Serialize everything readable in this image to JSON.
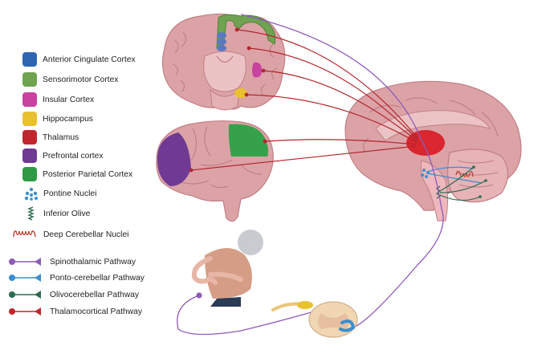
{
  "legend": {
    "regions": [
      {
        "label": "Anterior Cingulate Cortex",
        "color": "#2f66b0"
      },
      {
        "label": "Sensorimotor Cortex",
        "color": "#6fa352"
      },
      {
        "label": "Insular Cortex",
        "color": "#c942a0"
      },
      {
        "label": "Hippocampus",
        "color": "#e8c12d"
      },
      {
        "label": "Thalamus",
        "color": "#c2262d"
      },
      {
        "label": "Prefrontal cortex",
        "color": "#6f3a93"
      },
      {
        "label": "Posterior Parietal Cortex",
        "color": "#2f9a43"
      }
    ],
    "symbols": [
      {
        "label": "Pontine Nuclei",
        "icon": "pontine-nuclei-icon",
        "color": "#3a8fd0"
      },
      {
        "label": "Inferior Olive",
        "icon": "inferior-olive-icon",
        "color": "#2e6b50"
      },
      {
        "label": "Deep Cerebellar Nuclei",
        "icon": "deep-cerebellar-nuclei-icon",
        "color": "#b8443a"
      }
    ],
    "pathways": [
      {
        "label": "Spinothalamic Pathway",
        "color": "#8e5bb8"
      },
      {
        "label": "Ponto-cerebellar Pathway",
        "color": "#3a8fd0"
      },
      {
        "label": "Olivocerebellar Pathway",
        "color": "#2e6b50"
      },
      {
        "label": "Thalamocortical Pathway",
        "color": "#c2262d"
      }
    ]
  },
  "colors": {
    "brain": "#dca3a7",
    "brain_dark": "#c07e85",
    "brain_light": "#ecc3c5",
    "thalamus": "#d9262f",
    "spine": "#eeb8bd",
    "skin": "#e8b6a6",
    "shirt": "#d69d86",
    "pants": "#2b3a55",
    "head": "#c8cbd0"
  }
}
